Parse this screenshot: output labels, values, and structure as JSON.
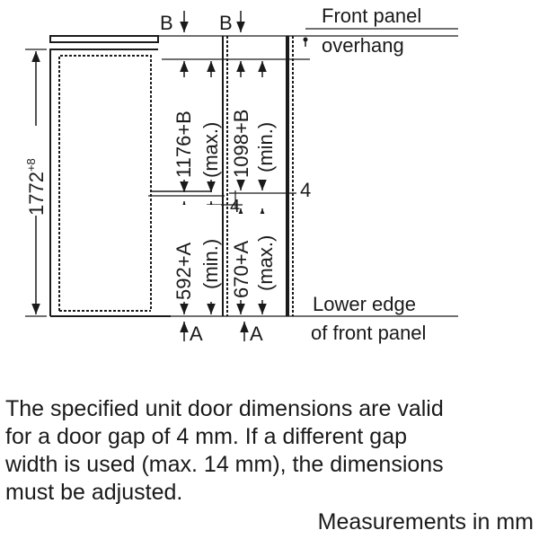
{
  "labels": {
    "b_left": "B",
    "b_right": "B",
    "a_left": "A",
    "a_right": "A",
    "front_panel_overhang": [
      "Front panel",
      "overhang"
    ],
    "lower_edge_front_panel": [
      "Lower edge",
      "of front panel"
    ],
    "gap_right": "4",
    "gap_mid": "4"
  },
  "dimensions": {
    "total_height": "1772",
    "total_height_tolerance": "+8",
    "upper_door_max": [
      "1176+B",
      "(max.)"
    ],
    "upper_door_min": [
      "1098+B",
      "(min.)"
    ],
    "lower_door_min": [
      "592+A",
      "(min.)"
    ],
    "lower_door_max": [
      "670+A",
      "(max.)"
    ]
  },
  "notes": {
    "door_gap": "The specified unit door dimensions are valid\nfor a door gap of 4 mm. If a different gap\nwidth is used (max. 14 mm), the dimensions\nmust be adjusted.",
    "units": "Measurements in mm"
  }
}
